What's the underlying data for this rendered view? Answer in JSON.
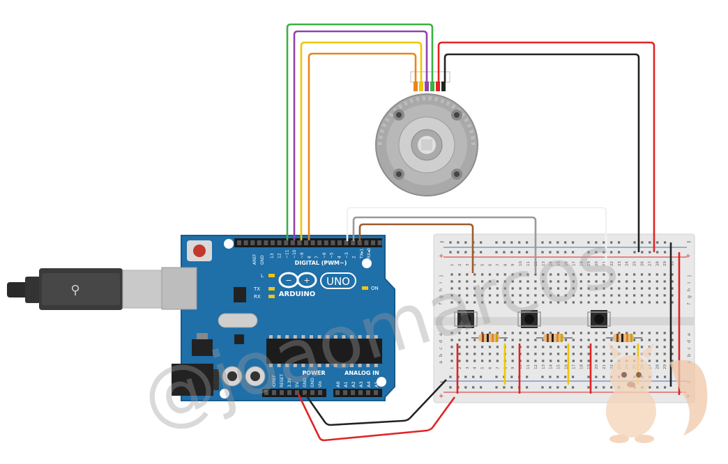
{
  "watermark": "@joaomarcos",
  "arduino": {
    "brand": "ARDUINO",
    "model": "UNO",
    "digital_label": "DIGITAL (PWM~)",
    "power_label": "POWER",
    "analog_label": "ANALOG IN",
    "on_label": "ON",
    "l_label": "L",
    "tx_label": "TX",
    "rx_label": "RX",
    "aref_label": "AREF",
    "gnd_label": "GND",
    "digital_pins": [
      "13",
      "12",
      "~11",
      "~10",
      "~9",
      "8",
      "7",
      "~6",
      "~5",
      "4",
      "~3",
      "2",
      "TX▸1",
      "RX◂0"
    ],
    "power_pins": [
      "IOREF",
      "RESET",
      "3.3V",
      "5V",
      "GND",
      "GND",
      "Vin"
    ],
    "analog_pins": [
      "A0",
      "A1",
      "A2",
      "A3",
      "A4",
      "A5"
    ]
  },
  "breadboard": {
    "column_numbers": [
      "1",
      "2",
      "3",
      "4",
      "5",
      "6",
      "7",
      "8",
      "9",
      "10",
      "11",
      "12",
      "13",
      "14",
      "15",
      "16",
      "17",
      "18",
      "19",
      "20",
      "21",
      "22",
      "23",
      "24",
      "25",
      "26",
      "27",
      "28",
      "29",
      "30"
    ],
    "row_letters_top": [
      "j",
      "i",
      "h",
      "g",
      "f"
    ],
    "row_letters_bottom": [
      "e",
      "d",
      "c",
      "b",
      "a"
    ],
    "rail_minus": "−",
    "rail_plus": "+"
  },
  "colors": {
    "pcb": "#1f6fa8",
    "pcb_dark": "#175a8a",
    "breadboard": "#e6e6e6",
    "wire_red": "#e02424",
    "wire_black": "#222222",
    "wire_green": "#3cb043",
    "wire_purple": "#8e44ad",
    "wire_yellow": "#f2c500",
    "wire_orange": "#e8861a",
    "wire_brown": "#9c5b2e",
    "wire_gray": "#9a9a9a",
    "wire_white": "#ffffff"
  },
  "icons": [
    "usb-cable-icon",
    "stepper-motor-icon",
    "pushbutton-icon",
    "resistor-icon",
    "squirrel-mascot-icon",
    "arduino-infinity-logo-icon"
  ]
}
